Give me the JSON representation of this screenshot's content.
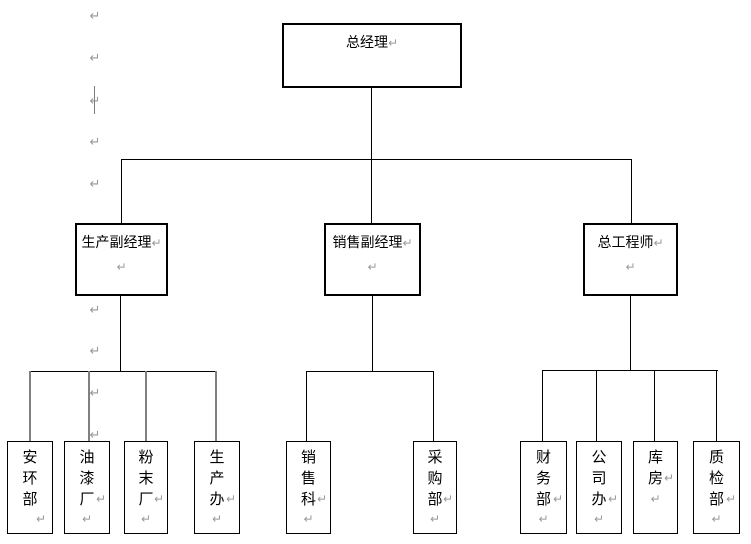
{
  "document": {
    "background": "#ffffff",
    "marks": {
      "pilcrow": "↵"
    },
    "colors": {
      "line": "#000000",
      "gray_line": "#808080",
      "mark": "#999999"
    }
  },
  "org_chart": {
    "root": {
      "label": "总经理"
    },
    "level2": [
      {
        "id": "production",
        "label": "生产副经理"
      },
      {
        "id": "sales",
        "label": "销售副经理"
      },
      {
        "id": "chief_engineer",
        "label": "总工程师"
      }
    ],
    "level3": {
      "production": [
        "安环部",
        "油漆厂",
        "粉末厂",
        "生产办"
      ],
      "sales": [
        "销售科",
        "采购部"
      ],
      "chief_engineer": [
        "财务部",
        "公司办",
        "库房",
        "质检部"
      ]
    }
  }
}
